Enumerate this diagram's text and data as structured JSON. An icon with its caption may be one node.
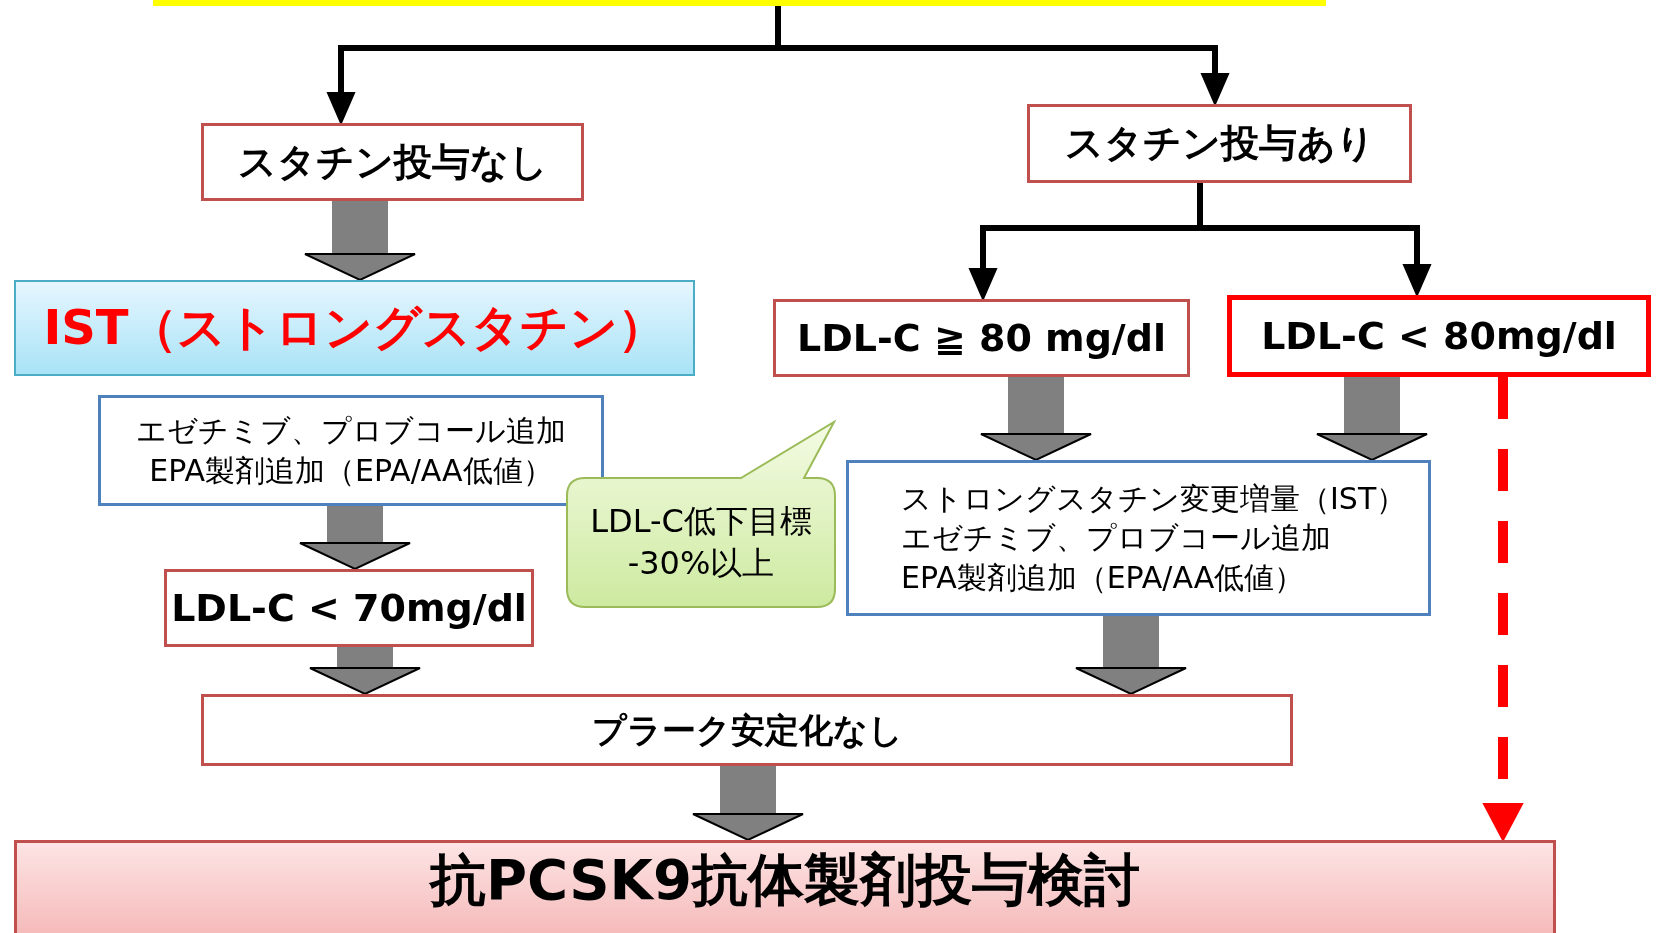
{
  "diagram": {
    "nodes": [
      {
        "text": [],
        "shape": "bar"
      },
      {
        "text": [
          "スタチン投与なし"
        ]
      },
      {
        "text": [
          "スタチン投与あり"
        ]
      },
      {
        "text": [
          "IST（ストロングスタチン）"
        ]
      },
      {
        "text": [
          "LDL-C ≧ 80 mg/dl"
        ]
      },
      {
        "text": [
          "LDL-C < 80mg/dl"
        ]
      },
      {
        "text": [
          "エゼチミブ、プロブコール追加",
          "EPA製剤追加（EPA/AA低値）"
        ]
      },
      {
        "text": [
          "LDL-C低下目標",
          "-30%以上"
        ]
      },
      {
        "text": [
          "ストロングスタチン変更増量（IST）",
          "エゼチミブ、プロブコール追加",
          "EPA製剤追加（EPA/AA低値）"
        ]
      },
      {
        "text": [
          "LDL-C < 70mg/dl"
        ]
      },
      {
        "text": [
          "プラーク安定化なし"
        ]
      },
      {
        "text": [
          "抗PCSK9抗体製剤投与検討"
        ]
      }
    ],
    "edges": [
      {
        "from": 0,
        "to": 1,
        "arrow": "to",
        "color": "#000000"
      },
      {
        "from": 0,
        "to": 2,
        "arrow": "to",
        "color": "#000000"
      },
      {
        "from": 2,
        "to": 4,
        "arrow": "to",
        "color": "#000000"
      },
      {
        "from": 2,
        "to": 5,
        "arrow": "to",
        "color": "#000000"
      },
      {
        "from": 1,
        "to": 3,
        "arrow": "to"
      },
      {
        "from": 6,
        "to": 9,
        "arrow": "to"
      },
      {
        "from": 9,
        "to": 10,
        "arrow": "to"
      },
      {
        "from": 4,
        "to": 8,
        "arrow": "to"
      },
      {
        "from": 5,
        "to": 8,
        "arrow": "to"
      },
      {
        "from": 8,
        "to": 10,
        "arrow": "to"
      },
      {
        "from": 10,
        "to": 11,
        "arrow": "to"
      },
      {
        "from": 5,
        "to": 11,
        "arrow": "to",
        "style": "dashed",
        "color": "#ff0000"
      }
    ]
  }
}
